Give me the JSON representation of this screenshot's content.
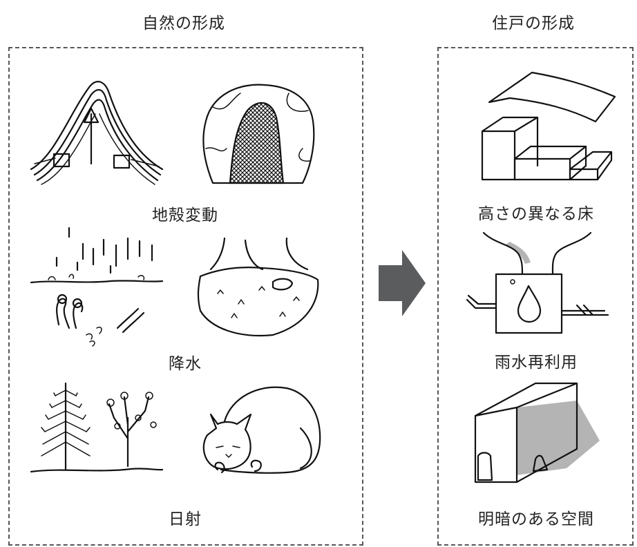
{
  "nature": {
    "heading": "自然の形成",
    "items": [
      {
        "caption": "地殻変動"
      },
      {
        "caption": "降水"
      },
      {
        "caption": "日射"
      }
    ]
  },
  "dwelling": {
    "heading": "住戸の形成",
    "items": [
      {
        "caption": "高さの異なる床"
      },
      {
        "caption": "雨水再利用"
      },
      {
        "caption": "明暗のある空間"
      }
    ]
  },
  "colors": {
    "arrow": "#5b5c5e",
    "shadow": "#b4b4b4",
    "border": "#555555"
  },
  "icons": [
    "arrow-right-icon"
  ]
}
